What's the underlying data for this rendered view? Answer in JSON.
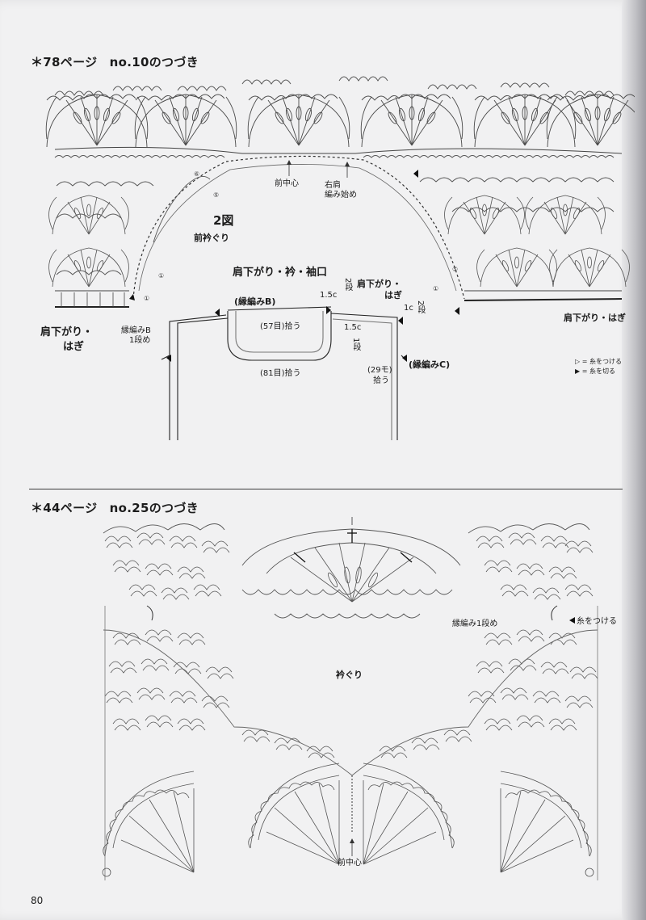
{
  "page_number": "80",
  "section1": {
    "title": "＊78ページ　no.10のつづき",
    "figure_title": "2図",
    "figure_subtitle": "前衿ぐり",
    "labels": {
      "front_center": "前中心",
      "right_shoulder_start_1": "右肩",
      "right_shoulder_start_2": "編み始め",
      "circle_5": "⑤",
      "circle_1": "①",
      "circle_6": "⑥",
      "shoulder_left_1": "肩下がり・",
      "shoulder_left_2": "はぎ",
      "edging_b_row_1": "縁編みB",
      "edging_b_row_2": "1段め",
      "shoulder_right": "肩下がり・はぎ",
      "schem_title": "肩下がり・衿・袖口",
      "edging_b": "(縁編みB)",
      "pick_57": "(57目)拾う",
      "pick_81": "(81目)拾う",
      "size_15c_a": "1.5c",
      "rows_2_a": "2段",
      "size_15c_b": "1.5c",
      "rows_1": "1段",
      "size_1c": "1c",
      "rows_2_b": "2段",
      "shoulder_center_1": "肩下がり・",
      "shoulder_center_2": "はぎ",
      "edging_c": "(縁編みC)",
      "pick_29_1": "(29モ)",
      "pick_29_2": "拾う"
    },
    "legend": [
      {
        "symbol": "▷",
        "text": "= 糸をつける"
      },
      {
        "symbol": "▶",
        "text": "= 糸を切る"
      }
    ]
  },
  "section2": {
    "title": "＊44ページ　no.25のつづき",
    "labels": {
      "edging_row_1": "縁編み1段め",
      "attach_yarn": "糸をつける",
      "neckline": "衿ぐり",
      "front_center": "前中心"
    }
  }
}
